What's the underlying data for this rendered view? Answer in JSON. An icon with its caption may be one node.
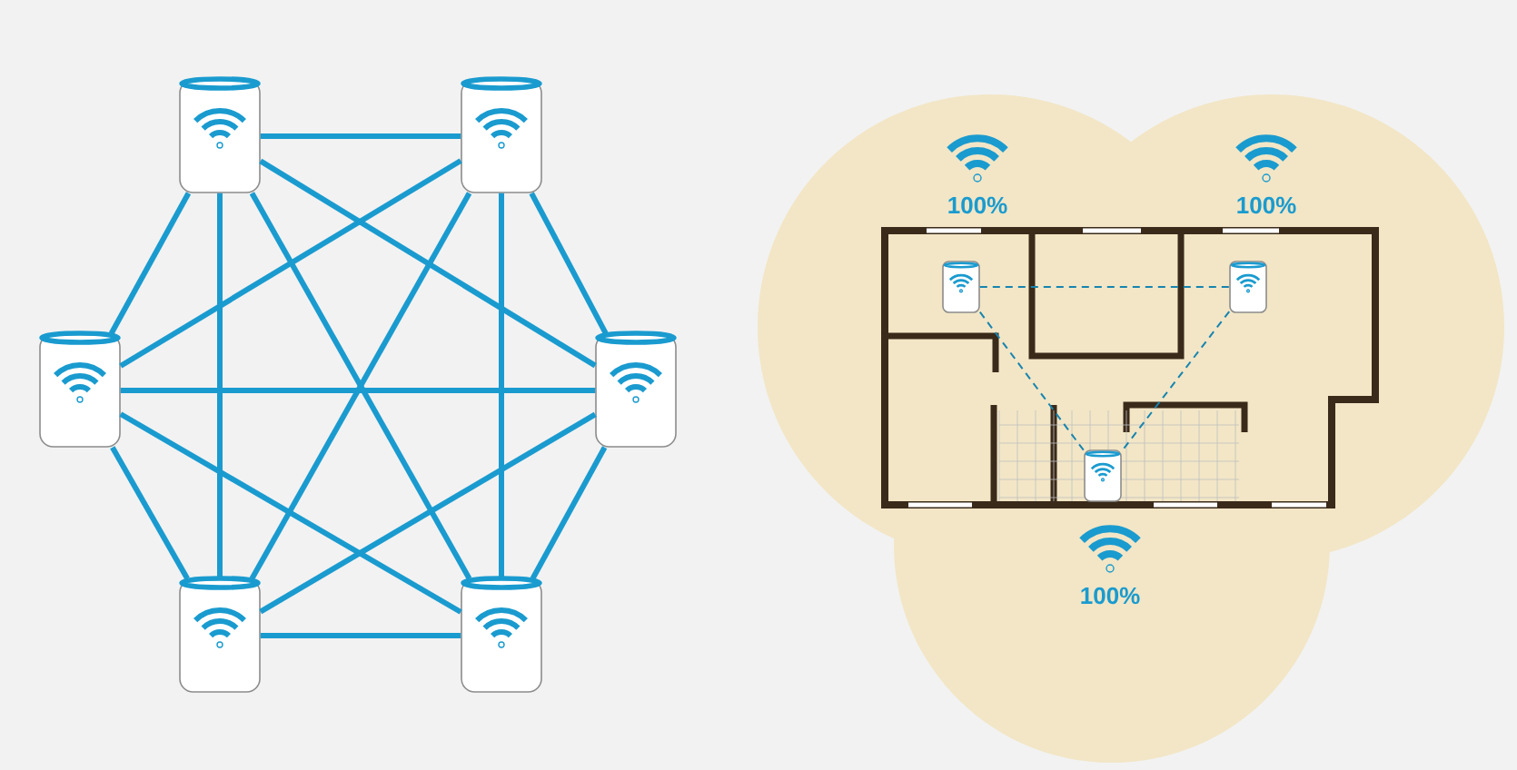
{
  "diagram": {
    "nodes": [
      {
        "text": [],
        "shape": "picture"
      },
      {
        "text": [],
        "shape": "picture"
      },
      {
        "text": [],
        "shape": "picture"
      },
      {
        "text": [],
        "shape": "picture"
      },
      {
        "text": [],
        "shape": "picture"
      },
      {
        "text": [],
        "shape": "picture"
      },
      {
        "text": [],
        "shape": "picture"
      },
      {
        "text": [],
        "shape": "picture"
      },
      {
        "text": [],
        "shape": "picture"
      }
    ],
    "edges": [
      {
        "from": 0,
        "to": 1,
        "arrow": "none"
      },
      {
        "from": 0,
        "to": 2,
        "arrow": "none"
      },
      {
        "from": 0,
        "to": 3,
        "arrow": "none"
      },
      {
        "from": 0,
        "to": 4,
        "arrow": "none"
      },
      {
        "from": 0,
        "to": 5,
        "arrow": "none"
      },
      {
        "from": 1,
        "to": 2,
        "arrow": "none"
      },
      {
        "from": 1,
        "to": 3,
        "arrow": "none"
      },
      {
        "from": 1,
        "to": 4,
        "arrow": "none"
      },
      {
        "from": 1,
        "to": 5,
        "arrow": "none"
      },
      {
        "from": 2,
        "to": 3,
        "arrow": "none"
      },
      {
        "from": 2,
        "to": 4,
        "arrow": "none"
      },
      {
        "from": 2,
        "to": 5,
        "arrow": "none"
      },
      {
        "from": 3,
        "to": 4,
        "arrow": "none"
      },
      {
        "from": 3,
        "to": 5,
        "arrow": "none"
      },
      {
        "from": 4,
        "to": 5,
        "arrow": "none"
      },
      {
        "from": 6,
        "to": 7,
        "arrow": "none",
        "style": "dashed"
      },
      {
        "from": 6,
        "to": 8,
        "arrow": "none",
        "style": "dashed"
      },
      {
        "from": 7,
        "to": 8,
        "arrow": "none",
        "style": "dashed"
      }
    ],
    "labels": [
      "100%",
      "100%",
      "100%"
    ]
  }
}
